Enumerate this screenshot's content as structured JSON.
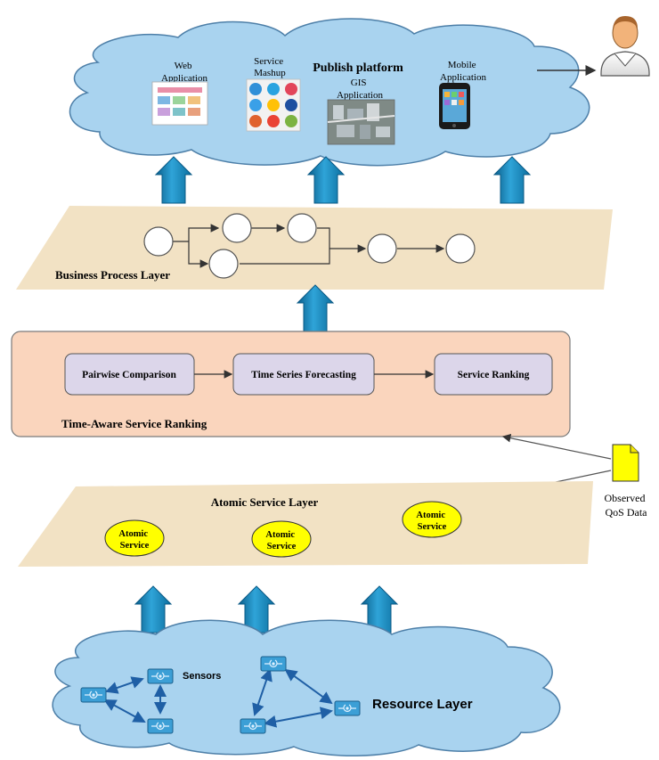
{
  "publish": {
    "title": "Publish platform",
    "web_app": [
      "Web",
      "Application"
    ],
    "mashup": [
      "Service",
      "Mashup"
    ],
    "gis": [
      "GIS",
      "Application"
    ],
    "mobile": [
      "Mobile",
      "Application"
    ]
  },
  "business": {
    "title": "Business Process Layer"
  },
  "ranking": {
    "title": "Time-Aware Service Ranking",
    "steps": [
      "Pairwise Comparison",
      "Time Series Forecasting",
      "Service Ranking"
    ]
  },
  "qos": {
    "label": [
      "Observed",
      "QoS Data"
    ]
  },
  "atomic": {
    "title": "Atomic Service Layer",
    "services": [
      [
        "Atomic",
        "Service"
      ],
      [
        "Atomic",
        "Service"
      ],
      [
        "Atomic",
        "Service"
      ]
    ]
  },
  "resource": {
    "title": "Resource Layer",
    "sensors_label": "Sensors"
  },
  "colors": {
    "cloud": "#a9d3ef",
    "cloud_stroke": "#4d7fa8",
    "plane": "#f2e2c4",
    "ranking_box": "#fad5bd",
    "step_box": "#dcd6ea",
    "ellipse": "#ffff00",
    "arrow": "#1c8cc0"
  }
}
